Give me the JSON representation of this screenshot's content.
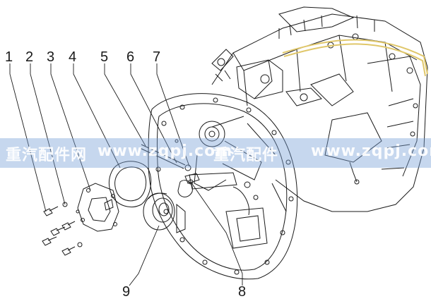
{
  "diagram": {
    "callouts": [
      "1",
      "2",
      "3",
      "4",
      "5",
      "6",
      "7",
      "8",
      "9"
    ],
    "colors": {
      "line": "#1a1a1a",
      "hose": "#e8d27a",
      "watermark_band": "#7aa0d7"
    }
  },
  "watermark": {
    "brand_cn": "重汽配件网",
    "url": "www.zqpj.com",
    "brand_cn_partial": "重汽配件"
  }
}
